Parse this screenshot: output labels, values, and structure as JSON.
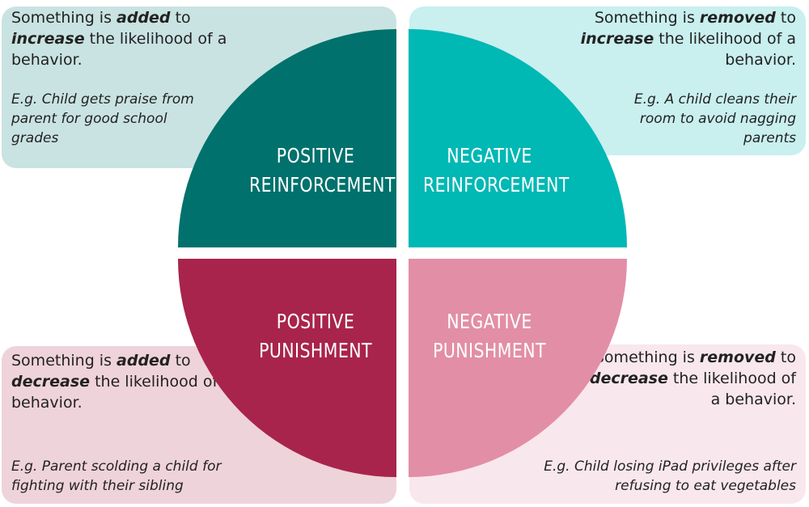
{
  "quadrants": {
    "top_left": {
      "title_line1": "POSITIVE",
      "title_line2": "REINFORCEMENT",
      "desc_pre": "Something is ",
      "desc_action": "added",
      "desc_mid": " to ",
      "desc_effect": "increase",
      "desc_post": " the likelihood of a behavior.",
      "example": "E.g. Child gets praise from parent for good school grades",
      "color": "#00716c",
      "box_color": "#c9e3e2"
    },
    "top_right": {
      "title_line1": "NEGATIVE",
      "title_line2": "REINFORCEMENT",
      "desc_pre": "Something is ",
      "desc_action": "removed",
      "desc_mid": " to ",
      "desc_effect": "increase",
      "desc_post": " the likelihood of a behavior.",
      "example": "E.g. A child cleans their room to avoid nagging parents",
      "color": "#00b8b4",
      "box_color": "#c9efef"
    },
    "bottom_left": {
      "title_line1": "POSITIVE",
      "title_line2": "PUNISHMENT",
      "desc_pre": "Something is ",
      "desc_action": "added",
      "desc_mid": " to ",
      "desc_effect": "decrease",
      "desc_post": " the likelihood of a behavior.",
      "example": "E.g. Parent scolding a child for fighting with their sibling",
      "color": "#a8244d",
      "box_color": "#efd3da"
    },
    "bottom_right": {
      "title_line1": "NEGATIVE",
      "title_line2": "PUNISHMENT",
      "desc_pre": "Something is ",
      "desc_action": "removed",
      "desc_mid": " to ",
      "desc_effect": "decrease",
      "desc_post": " the likelihood of a behavior.",
      "example": "E.g. Child losing iPad privileges after refusing to eat vegetables",
      "color": "#e28ea7",
      "box_color": "#f9e7ee"
    }
  }
}
